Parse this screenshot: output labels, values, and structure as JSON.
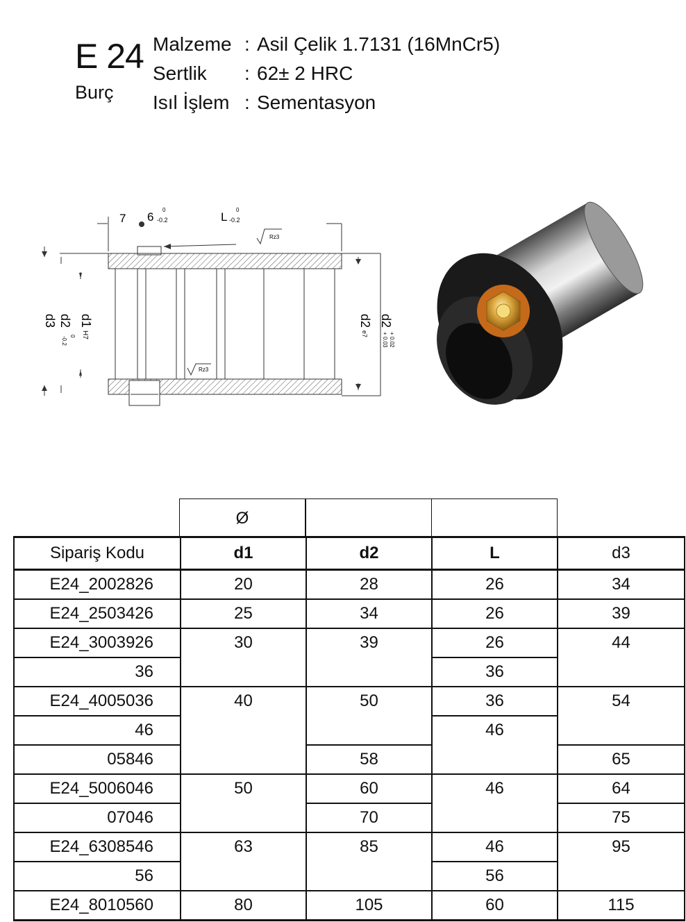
{
  "header": {
    "code": "E 24",
    "name": "Burç",
    "properties": [
      {
        "label": "Malzeme",
        "sep": ":",
        "value": "Asil Çelik 1.7131 (16MnCr5)"
      },
      {
        "label": "Sertlik",
        "sep": ":",
        "value": "62± 2 HRC"
      },
      {
        "label": "Isıl İşlem",
        "sep": ":",
        "value": "Sementasyon"
      }
    ]
  },
  "drawing": {
    "dim_7": "7",
    "dim_6": "6",
    "tol_6_upper": "0",
    "tol_6_lower": "-0.2",
    "dim_L": "L",
    "tol_L_upper": "0",
    "tol_L_lower": "-0.2",
    "rz_top": "Rz3",
    "rz_inner": "Rz3",
    "d3": "d3",
    "d2": "d2",
    "d2_tol_upper": "0",
    "d2_tol_lower": "-0.2",
    "d1": "d1",
    "d1_tol": "H7",
    "d2e": "d2",
    "d2e_tol": "e7",
    "d2p": "d2",
    "d2p_tol_upper": "+ 0.02",
    "d2p_tol_lower": "+ 0.03"
  },
  "table": {
    "diameter_symbol": "Ø",
    "headers": [
      "Sipariş Kodu",
      "d1",
      "d2",
      "L",
      "d3"
    ],
    "rows": [
      [
        "E24_2002826",
        "20",
        "28",
        "26",
        "34"
      ],
      [
        "E24_2503426",
        "25",
        "34",
        "26",
        "39"
      ],
      [
        "E24_3003926",
        "30",
        "39",
        "26",
        "44"
      ],
      [
        "36",
        "",
        "",
        "36",
        ""
      ],
      [
        "E24_4005036",
        "40",
        "50",
        "36",
        "54"
      ],
      [
        "46",
        "",
        "",
        "46",
        ""
      ],
      [
        "05846",
        "",
        "58",
        "",
        "65"
      ],
      [
        "E24_5006046",
        "50",
        "60",
        "46",
        "64"
      ],
      [
        "07046",
        "",
        "70",
        "",
        "75"
      ],
      [
        "E24_6308546",
        "63",
        "85",
        "46",
        "95"
      ],
      [
        "56",
        "",
        "",
        "56",
        ""
      ],
      [
        "E24_8010560",
        "80",
        "105",
        "60",
        "115"
      ]
    ]
  }
}
